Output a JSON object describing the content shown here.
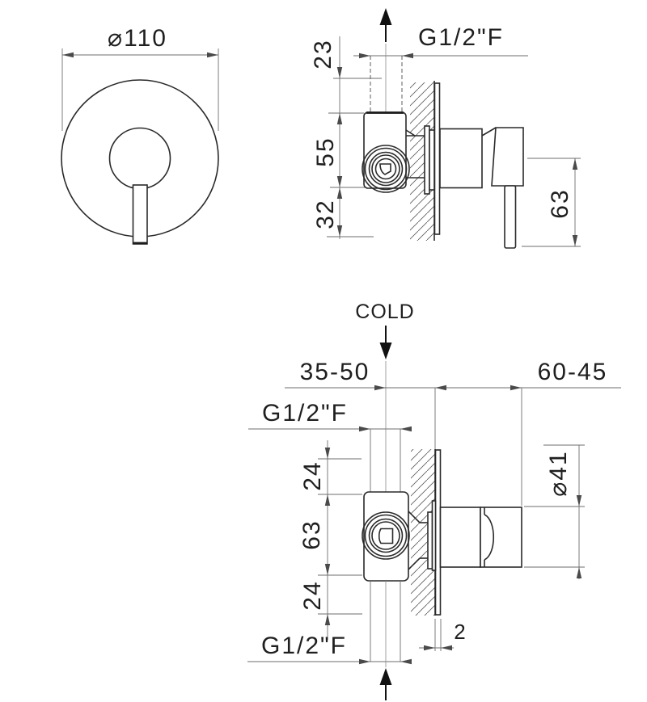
{
  "drawing": {
    "type": "technical-dimension-drawing",
    "subject": "concealed single-lever shower mixer",
    "colors": {
      "part_line": "#2a2a2a",
      "dim_line": "#6e6e6e",
      "text": "#1f1f1f",
      "background": "#ffffff"
    },
    "front_view": {
      "diameter_label": "⌀110"
    },
    "side_view": {
      "connection_label": "G1/2\"F",
      "dim_top_offset": "23",
      "dim_body_height": "55",
      "dim_lower_offset": "32",
      "dim_handle_length": "63"
    },
    "top_view": {
      "cold_label": "COLD",
      "recess_depth_range": "35-50",
      "projection_range": "60-45",
      "connection_label_top": "G1/2\"F",
      "dim_port_top": "24",
      "dim_body_width": "63",
      "dim_port_bottom": "24",
      "dim_handle_diameter": "⌀41",
      "dim_plate_thickness": "2",
      "connection_label_bottom": "G1/2\"F"
    }
  }
}
